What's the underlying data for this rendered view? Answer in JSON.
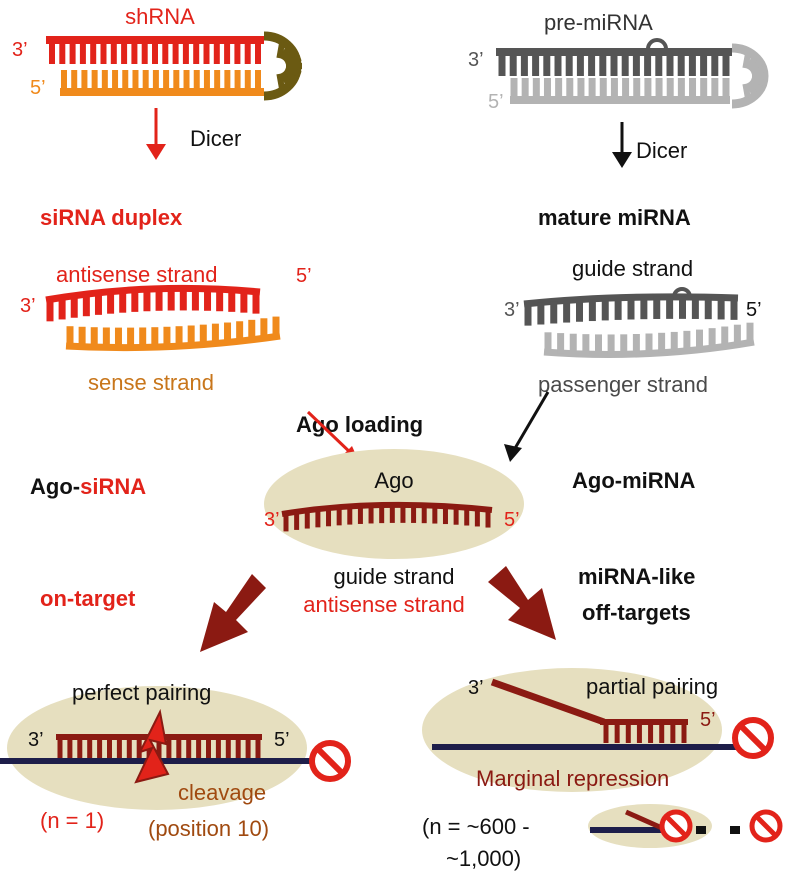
{
  "colors": {
    "red": "#e2231a",
    "orange": "#f08a1c",
    "olive": "#6b5a12",
    "darkgray": "#555555",
    "lightgray": "#b3b3b3",
    "maroon": "#8b1a12",
    "brown_text": "#a04a10",
    "beige": "#e6dfbf",
    "navy": "#1e1e4a"
  },
  "left": {
    "title": "shRNA",
    "end3": "3’",
    "end5": "5’",
    "enzyme": "Dicer",
    "duplex_title": "siRNA  duplex",
    "antisense_label": "antisense strand",
    "end5b": "5’",
    "end3b": "3’",
    "sense_label": "sense strand",
    "complex_prefix": "Ago-",
    "complex_suffix": "siRNA",
    "outcome": "on-target",
    "pairing": "perfect pairing",
    "end3c": "3’",
    "end5c": "5’",
    "cleavage": "cleavage",
    "position": "(position 10)",
    "count": "(n = 1)"
  },
  "right": {
    "title": "pre-miRNA",
    "end3": "3’",
    "end5": "5’",
    "enzyme": "Dicer",
    "mature_title": "mature miRNA",
    "guide_label": "guide strand",
    "end3b": "3’",
    "end5b": "5’",
    "passenger_label": "passenger strand",
    "complex": "Ago-miRNA",
    "outcome_line1": "miRNA-like",
    "outcome_line2": "off-targets",
    "end3c": "3’",
    "pairing": "partial pairing",
    "end5c": "5’",
    "repression": "Marginal repression",
    "count_line1": "(n = ~600 -",
    "count_line2": "~1,000)"
  },
  "center": {
    "loading": "Ago loading",
    "ago": "Ago",
    "end3": "3’",
    "end5": "5’",
    "guide": "guide strand",
    "antisense": "antisense strand"
  }
}
